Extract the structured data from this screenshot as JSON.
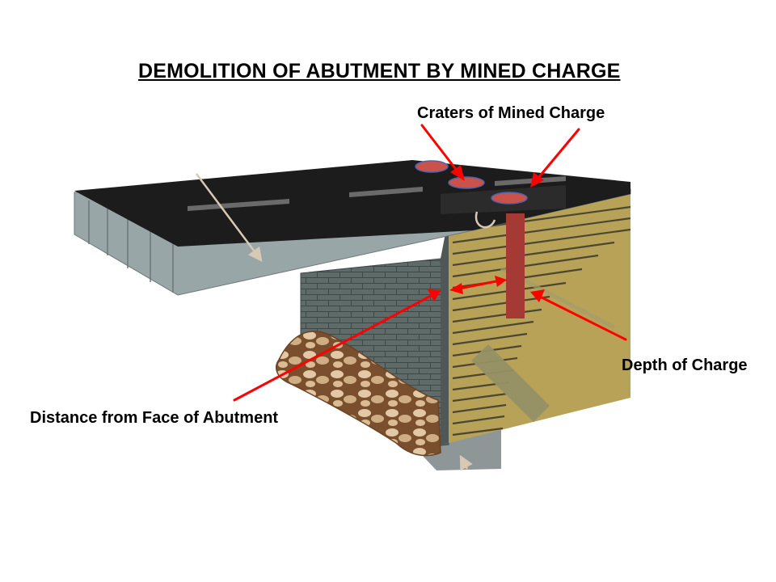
{
  "title": "DEMOLITION OF ABUTMENT BY MINED CHARGE",
  "labels": {
    "craters": "Craters of Mined Charge",
    "depth": "Depth of Charge",
    "distance": "Distance from Face of Abutment"
  },
  "colors": {
    "deck_top": "#1c1c1c",
    "deck_side": "#99a6a8",
    "abutment_face": "#b8a258",
    "stone_wall": "#5d6866",
    "rubble": "#b48c66",
    "charge": "#a53a35",
    "crater": "#c9524a",
    "annotation_arrow": "#ff0000"
  }
}
